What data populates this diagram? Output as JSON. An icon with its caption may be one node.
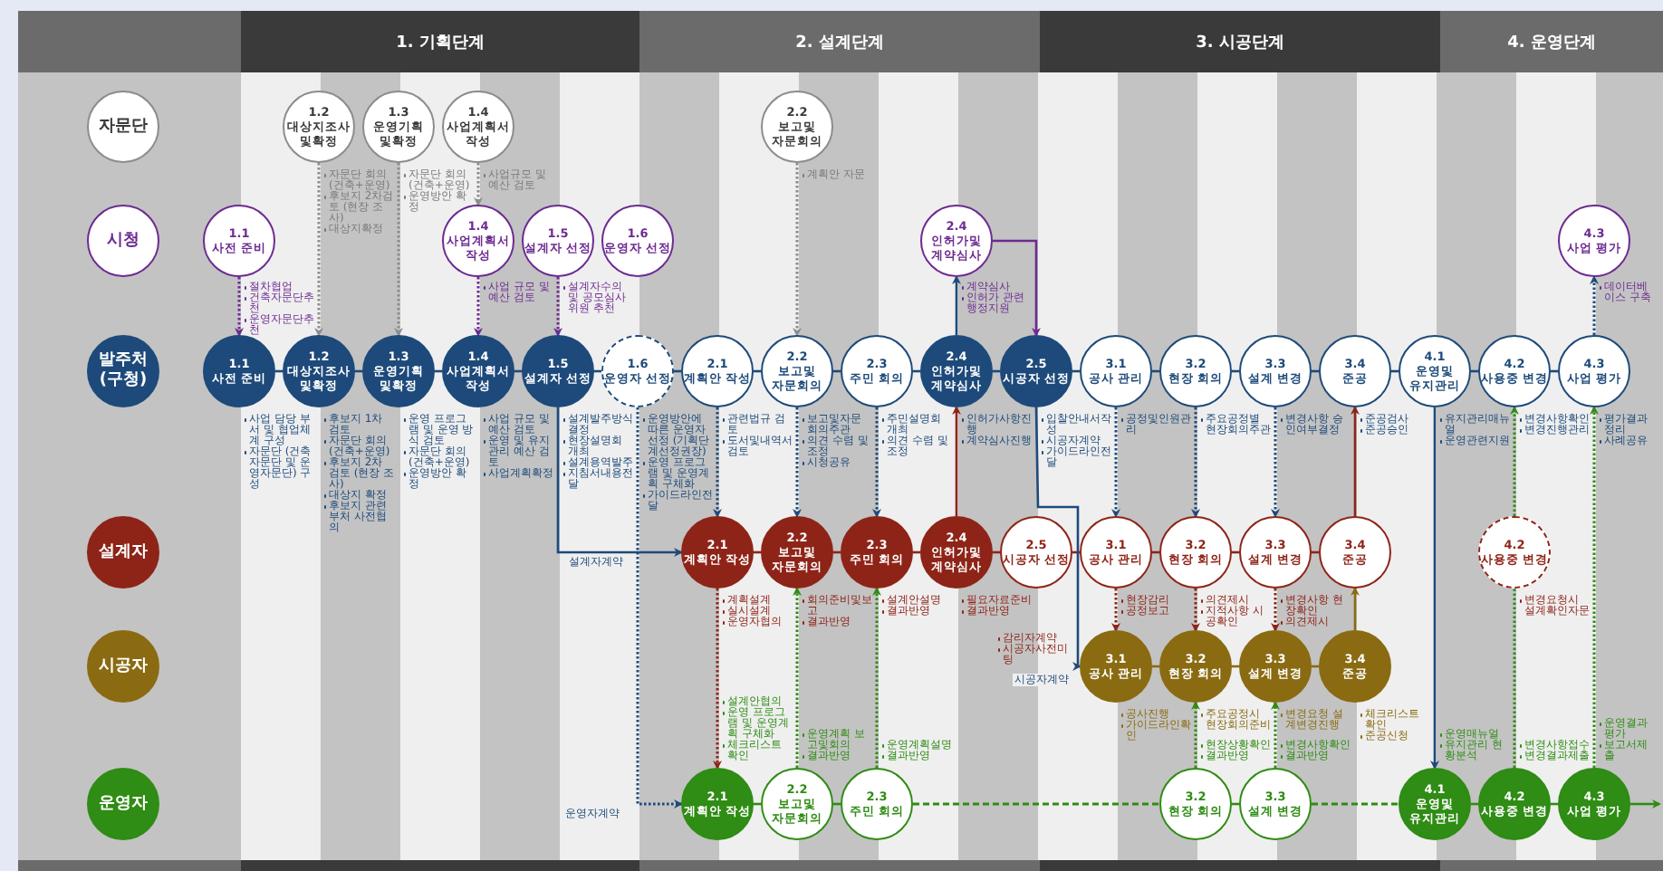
{
  "diagram": {
    "nodes": [
      {
        "text": [
          "자문단"
        ]
      },
      {
        "text": [
          "1.2",
          "대상지조사 및확정"
        ],
        "beside": [
          "자문단 회의 (건축+운영)",
          "후보지 2차검토 (현장 조사)",
          "대상지확정"
        ]
      },
      {
        "text": [
          "1.3",
          "운영기획 및확정"
        ],
        "beside": [
          "자문단 회의 (건축+운영)",
          "운영방안 확정"
        ]
      },
      {
        "text": [
          "1.4",
          "사업계획서 작성"
        ],
        "beside": [
          "사업규모 및 예산 검토"
        ]
      },
      {
        "text": [
          "2.2",
          "보고및 자문회의"
        ],
        "beside": [
          "계획안 자문"
        ]
      },
      {
        "text": [
          "시청"
        ]
      },
      {
        "text": [
          "1.1",
          "사전 준비"
        ],
        "beside": [
          "절차협업",
          "건축자문단추천",
          "운영자문단추천"
        ]
      },
      {
        "text": [
          "1.4",
          "사업계획서 작성"
        ],
        "beside": [
          "사업 규모 및 예산 검토"
        ]
      },
      {
        "text": [
          "1.5",
          "설계자 선정"
        ],
        "beside": [
          "설계자수의 및 공모심사위원 추천"
        ]
      },
      {
        "text": [
          "1.6",
          "운영자 선정"
        ]
      },
      {
        "text": [
          "2.4",
          "인허가및 계약심사"
        ],
        "beside": [
          "계약심사",
          "인허가 관련 행정지원"
        ]
      },
      {
        "text": [
          "4.3",
          "사업 평가"
        ],
        "beside": [
          "데이터베이스 구축"
        ]
      },
      {
        "text": [
          "발주처 (구청)"
        ]
      },
      {
        "text": [
          "1.1",
          "사전 준비"
        ],
        "beside": [
          "사업 담당 부서 및 협업체계 구성",
          "자문단 (건축자문단 및 운영자문단) 구성"
        ]
      },
      {
        "text": [
          "1.2",
          "대상지조사 및확정"
        ],
        "beside": [
          "후보지 1차 검토",
          "자문단 회의 (건축+운영)",
          "후보지 2차 검토 (현장 조사)",
          "대상지 확정",
          "후보지 관련부처 사전협의"
        ]
      },
      {
        "text": [
          "1.3",
          "운영기획 및확정"
        ],
        "beside": [
          "운영 프로그램 및 운영 방식 검토",
          "자문단 회의 (건축+운영)",
          "운영방안 확정"
        ]
      },
      {
        "text": [
          "1.4",
          "사업계획서 작성"
        ],
        "beside": [
          "사업 규모 및 예산 검토",
          "운영 및 유지관리 예산 검토",
          "사업계획확정"
        ]
      },
      {
        "text": [
          "1.5",
          "설계자 선정"
        ],
        "beside": [
          "설계발주방식결정",
          "현장설명회 개최",
          "설계용역발주",
          "지침서내용전달"
        ]
      },
      {
        "text": [
          "1.6",
          "운영자 선정"
        ],
        "beside": [
          "운영방안에 따른 운영자선정 (기획단계선정권장)",
          "운영 프로그램 및 운영계획 구체화",
          "가이드라인전달"
        ]
      },
      {
        "text": [
          "2.1",
          "계획안 작성"
        ],
        "beside": [
          "관련법규 검토",
          "도서및내역서 검토"
        ]
      },
      {
        "text": [
          "2.2",
          "보고및 자문회의"
        ],
        "beside": [
          "보고및자문 회의주관",
          "의견 수렴 및 조정",
          "시청공유"
        ]
      },
      {
        "text": [
          "2.3",
          "주민 회의"
        ],
        "beside": [
          "주민설명회 개최",
          "의견 수렴 및 조정"
        ]
      },
      {
        "text": [
          "2.4",
          "인허가및 계약심사"
        ],
        "beside": [
          "인허가사항진행",
          "계약심사진행"
        ]
      },
      {
        "text": [
          "2.5",
          "시공자 선정"
        ],
        "beside": [
          "입찰안내서작성",
          "시공자계약",
          "가이드라인전달"
        ]
      },
      {
        "text": [
          "3.1",
          "공사 관리"
        ],
        "beside": [
          "공정및인원관리"
        ]
      },
      {
        "text": [
          "3.2",
          "현장 회의"
        ],
        "beside": [
          "주요공정별 현장회의주관"
        ]
      },
      {
        "text": [
          "3.3",
          "설계 변경"
        ],
        "beside": [
          "변경사항 승인여부결정"
        ]
      },
      {
        "text": [
          "3.4",
          "준공"
        ],
        "beside": [
          "준공검사",
          "준공승인"
        ]
      },
      {
        "text": [
          "4.1",
          "운영및 유지관리"
        ],
        "beside": [
          "유지관리매뉴얼",
          "운영관련지원"
        ]
      },
      {
        "text": [
          "4.2",
          "사용중 변경"
        ],
        "beside": [
          "변경사항확인",
          "변경진행관리"
        ]
      },
      {
        "text": [
          "4.3",
          "사업 평가"
        ],
        "beside": [
          "평가결과정리",
          "사례공유"
        ]
      },
      {
        "text": [
          "설계자"
        ]
      },
      {
        "text": [
          "2.1",
          "계획안 작성"
        ],
        "beside": [
          "계획설계",
          "실시설계",
          "운영자협의"
        ]
      },
      {
        "text": [
          "2.2",
          "보고및 자문회의"
        ],
        "beside": [
          "회의준비및보고",
          "결과반영"
        ]
      },
      {
        "text": [
          "2.3",
          "주민 회의"
        ],
        "beside": [
          "설계안설명",
          "결과반영"
        ]
      },
      {
        "text": [
          "2.4",
          "인허가및 계약심사"
        ],
        "beside": [
          "필요자료준비",
          "결과반영"
        ]
      },
      {
        "text": [
          "2.5",
          "시공자 선정"
        ],
        "beside": [
          "감리자계약",
          "시공자사전미팅"
        ]
      },
      {
        "text": [
          "3.1",
          "공사 관리"
        ],
        "beside": [
          "현장감리",
          "공정보고"
        ]
      },
      {
        "text": [
          "3.2",
          "현장 회의"
        ],
        "beside": [
          "의견제시",
          "지적사항 시공확인"
        ]
      },
      {
        "text": [
          "3.3",
          "설계 변경"
        ],
        "beside": [
          "변경사항 현장확인",
          "의견제시"
        ]
      },
      {
        "text": [
          "3.4",
          "준공"
        ]
      },
      {
        "text": [
          "4.2",
          "사용중 변경"
        ],
        "beside": [
          "변경요청시 설계확인자문"
        ]
      },
      {
        "text": [
          "시공자"
        ]
      },
      {
        "text": [
          "3.1",
          "공사 관리"
        ],
        "beside": [
          "공사진행",
          "가이드라인확인"
        ]
      },
      {
        "text": [
          "3.2",
          "현장 회의"
        ],
        "beside": [
          "주요공정시 현장회의준비"
        ]
      },
      {
        "text": [
          "3.3",
          "설계 변경"
        ],
        "beside": [
          "변경요청 설계변경진행"
        ]
      },
      {
        "text": [
          "3.4",
          "준공"
        ],
        "beside": [
          "체크리스트 확인",
          "준공신청"
        ]
      },
      {
        "text": [
          "운영자"
        ]
      },
      {
        "text": [
          "2.1",
          "계획안 작성"
        ],
        "beside": [
          "설계안협의",
          "운영 프로그램 및 운영계획 구체화",
          "체크리스트 확인"
        ]
      },
      {
        "text": [
          "2.2",
          "보고및 자문회의"
        ],
        "beside": [
          "운영계획 보고및회의",
          "결과반영"
        ]
      },
      {
        "text": [
          "2.3",
          "주민 회의"
        ],
        "beside": [
          "운영계획설명",
          "결과반영"
        ]
      },
      {
        "text": [
          "3.2",
          "현장 회의"
        ],
        "beside": [
          "현장상황확인",
          "결과반영"
        ]
      },
      {
        "text": [
          "3.3",
          "설계 변경"
        ],
        "beside": [
          "변경사항확인",
          "결과반영"
        ]
      },
      {
        "text": [
          "4.1",
          "운영및 유지관리"
        ],
        "beside": [
          "운영매뉴얼",
          "유지관리 현황분석"
        ]
      },
      {
        "text": [
          "4.2",
          "사용중 변경"
        ],
        "beside": [
          "변경사항접수",
          "변경결과제출"
        ]
      },
      {
        "text": [
          "4.3",
          "사업 평가"
        ],
        "beside": [
          "운영결과평가",
          "보고서제출"
        ]
      }
    ],
    "edges": [
      {
        "from": 13,
        "to": 14,
        "arrow": "none"
      },
      {
        "from": 14,
        "to": 15,
        "arrow": "none"
      },
      {
        "from": 15,
        "to": 16,
        "arrow": "none"
      },
      {
        "from": 16,
        "to": 17,
        "arrow": "none"
      },
      {
        "from": 17,
        "to": 18,
        "arrow": "none"
      },
      {
        "from": 18,
        "to": 19,
        "arrow": "none"
      },
      {
        "from": 19,
        "to": 20,
        "arrow": "none"
      },
      {
        "from": 20,
        "to": 21,
        "arrow": "none"
      },
      {
        "from": 21,
        "to": 22,
        "arrow": "none"
      },
      {
        "from": 22,
        "to": 23,
        "arrow": "none"
      },
      {
        "from": 23,
        "to": 24,
        "arrow": "none"
      },
      {
        "from": 24,
        "to": 25,
        "arrow": "none"
      },
      {
        "from": 25,
        "to": 26,
        "arrow": "none"
      },
      {
        "from": 26,
        "to": 27,
        "arrow": "none"
      },
      {
        "from": 27,
        "to": 28,
        "arrow": "none"
      },
      {
        "from": 28,
        "to": 29,
        "arrow": "none"
      },
      {
        "from": 29,
        "to": 30,
        "arrow": "none"
      },
      {
        "from": 32,
        "to": 33,
        "arrow": "none",
        "color": "#8e2418"
      },
      {
        "from": 33,
        "to": 34,
        "arrow": "none",
        "color": "#8e2418"
      },
      {
        "from": 34,
        "to": 35,
        "arrow": "none",
        "color": "#8e2418"
      },
      {
        "from": 35,
        "to": 36,
        "arrow": "none",
        "color": "#8e2418"
      },
      {
        "from": 36,
        "to": 37,
        "arrow": "none",
        "color": "#8e2418"
      },
      {
        "from": 37,
        "to": 38,
        "arrow": "none",
        "color": "#8e2418"
      },
      {
        "from": 38,
        "to": 39,
        "arrow": "none",
        "color": "#8e2418"
      },
      {
        "from": 39,
        "to": 40,
        "arrow": "none",
        "color": "#8e2418"
      },
      {
        "from": 43,
        "to": 44,
        "arrow": "none",
        "color": "#8a6b12"
      },
      {
        "from": 44,
        "to": 45,
        "arrow": "none",
        "color": "#8a6b12"
      },
      {
        "from": 45,
        "to": 46,
        "arrow": "none",
        "color": "#8a6b12"
      },
      {
        "from": 48,
        "to": 49,
        "arrow": "none",
        "color": "#2f8c14"
      },
      {
        "from": 49,
        "to": 50,
        "arrow": "none",
        "color": "#2f8c14"
      },
      {
        "from": 50,
        "to": 51,
        "arrow": "none",
        "style": "dashed",
        "color": "#2f8c14"
      },
      {
        "from": 51,
        "to": 52,
        "arrow": "none",
        "color": "#2f8c14"
      },
      {
        "from": 52,
        "to": 53,
        "arrow": "none",
        "style": "dashed",
        "color": "#2f8c14"
      },
      {
        "from": 53,
        "to": 54,
        "arrow": "none",
        "color": "#2f8c14"
      },
      {
        "from": 54,
        "to": 55,
        "arrow": "none",
        "color": "#2f8c14"
      },
      {
        "from": 55,
        "to": null,
        "arrow": "to",
        "color": "#2f8c14"
      },
      {
        "from": 1,
        "to": 14,
        "arrow": "to",
        "style": "dashed",
        "color": "#8c8c8c"
      },
      {
        "from": 2,
        "to": 15,
        "arrow": "to",
        "style": "dashed",
        "color": "#8c8c8c"
      },
      {
        "from": 3,
        "to": 7,
        "arrow": "to",
        "style": "dashed",
        "color": "#8c8c8c"
      },
      {
        "from": 7,
        "to": 16,
        "arrow": "to",
        "style": "dashed",
        "color": "#6d2b91"
      },
      {
        "from": 6,
        "to": 13,
        "arrow": "to",
        "style": "dashed",
        "color": "#6d2b91"
      },
      {
        "from": 8,
        "to": 17,
        "arrow": "to",
        "style": "dashed",
        "color": "#6d2b91"
      },
      {
        "from": 4,
        "to": 20,
        "arrow": "to",
        "style": "dashed",
        "color": "#8c8c8c"
      },
      {
        "from": 22,
        "to": 10,
        "arrow": "to"
      },
      {
        "from": 10,
        "to": 23,
        "arrow": "to",
        "color": "#6d2b91"
      },
      {
        "from": 30,
        "to": 11,
        "arrow": "to",
        "style": "dashed"
      },
      {
        "from": 17,
        "to": 32,
        "arrow": "to",
        "label": "설계자계약"
      },
      {
        "from": 18,
        "to": 48,
        "arrow": "to",
        "style": "dashed",
        "label": "운영자계약"
      },
      {
        "from": 19,
        "to": 32,
        "arrow": "to",
        "style": "dashed"
      },
      {
        "from": 20,
        "to": 33,
        "arrow": "to",
        "style": "dashed"
      },
      {
        "from": 21,
        "to": 34,
        "arrow": "to",
        "style": "dashed"
      },
      {
        "from": 35,
        "to": 22,
        "arrow": "to",
        "color": "#8e2418"
      },
      {
        "from": 23,
        "to": 43,
        "arrow": "to",
        "label": "시공자계약"
      },
      {
        "from": 24,
        "to": 37,
        "arrow": "to",
        "style": "dashed"
      },
      {
        "from": 25,
        "to": 38,
        "arrow": "to",
        "style": "dashed"
      },
      {
        "from": 26,
        "to": 39,
        "arrow": "to",
        "style": "dashed"
      },
      {
        "from": 40,
        "to": 27,
        "arrow": "to",
        "color": "#8e2418"
      },
      {
        "from": 28,
        "to": 53,
        "arrow": "to"
      },
      {
        "from": 54,
        "to": 41,
        "arrow": "none",
        "style": "dashed",
        "color": "#2f8c14"
      },
      {
        "from": 41,
        "to": 29,
        "arrow": "to",
        "style": "dashed",
        "color": "#2f8c14"
      },
      {
        "from": 55,
        "to": 30,
        "arrow": "to",
        "style": "dashed",
        "color": "#2f8c14"
      },
      {
        "from": 32,
        "to": 48,
        "arrow": "to",
        "style": "dashed",
        "color": "#8e2418"
      },
      {
        "from": 49,
        "to": 33,
        "arrow": "to",
        "style": "dashed",
        "color": "#2f8c14"
      },
      {
        "from": 50,
        "to": 34,
        "arrow": "to",
        "style": "dashed",
        "color": "#2f8c14"
      },
      {
        "from": 37,
        "to": 43,
        "arrow": "to",
        "style": "dashed",
        "color": "#8e2418"
      },
      {
        "from": 38,
        "to": 44,
        "arrow": "to",
        "style": "dashed",
        "color": "#8e2418"
      },
      {
        "from": 39,
        "to": 45,
        "arrow": "to",
        "style": "dashed",
        "color": "#8e2418"
      },
      {
        "from": 46,
        "to": 40,
        "arrow": "to",
        "color": "#8a6b12"
      },
      {
        "from": 51,
        "to": 44,
        "arrow": "to",
        "style": "dashed",
        "color": "#2f8c14"
      },
      {
        "from": 52,
        "to": 45,
        "arrow": "to",
        "style": "dashed",
        "color": "#2f8c14"
      }
    ],
    "labels": [
      "1. 기획단계",
      "2. 설계단계",
      "3. 시공단계",
      "4. 운영단계"
    ]
  }
}
